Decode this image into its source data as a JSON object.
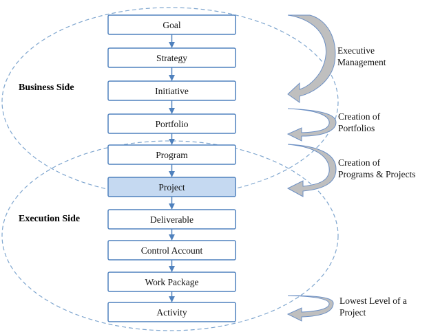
{
  "diagram": {
    "regions": [
      {
        "id": "business",
        "label": "Business Side"
      },
      {
        "id": "execution",
        "label": "Execution Side"
      }
    ],
    "levels": [
      {
        "label": "Goal",
        "highlighted": false
      },
      {
        "label": "Strategy",
        "highlighted": false
      },
      {
        "label": "Initiative",
        "highlighted": false
      },
      {
        "label": "Portfolio",
        "highlighted": false
      },
      {
        "label": "Program",
        "highlighted": false
      },
      {
        "label": "Project",
        "highlighted": true
      },
      {
        "label": "Deliverable",
        "highlighted": false
      },
      {
        "label": "Control Account",
        "highlighted": false
      },
      {
        "label": "Work Package",
        "highlighted": false
      },
      {
        "label": "Activity",
        "highlighted": false
      }
    ],
    "annotations": [
      {
        "lines": [
          "Executive",
          "Management"
        ]
      },
      {
        "lines": [
          "Creation of",
          "Portfolios"
        ]
      },
      {
        "lines": [
          "Creation of",
          "Programs & Projects"
        ]
      },
      {
        "lines": [
          "Lowest Level of a",
          "Project"
        ]
      }
    ],
    "colors": {
      "box_border": "#4f81bd",
      "box_fill": "#ffffff",
      "highlight_fill": "#c5d9f1",
      "connector": "#4f81bd",
      "ellipse": "#7fa6cf",
      "arrow_fill": "#bfbfbf",
      "arrow_stroke": "#6b8fc4"
    }
  }
}
